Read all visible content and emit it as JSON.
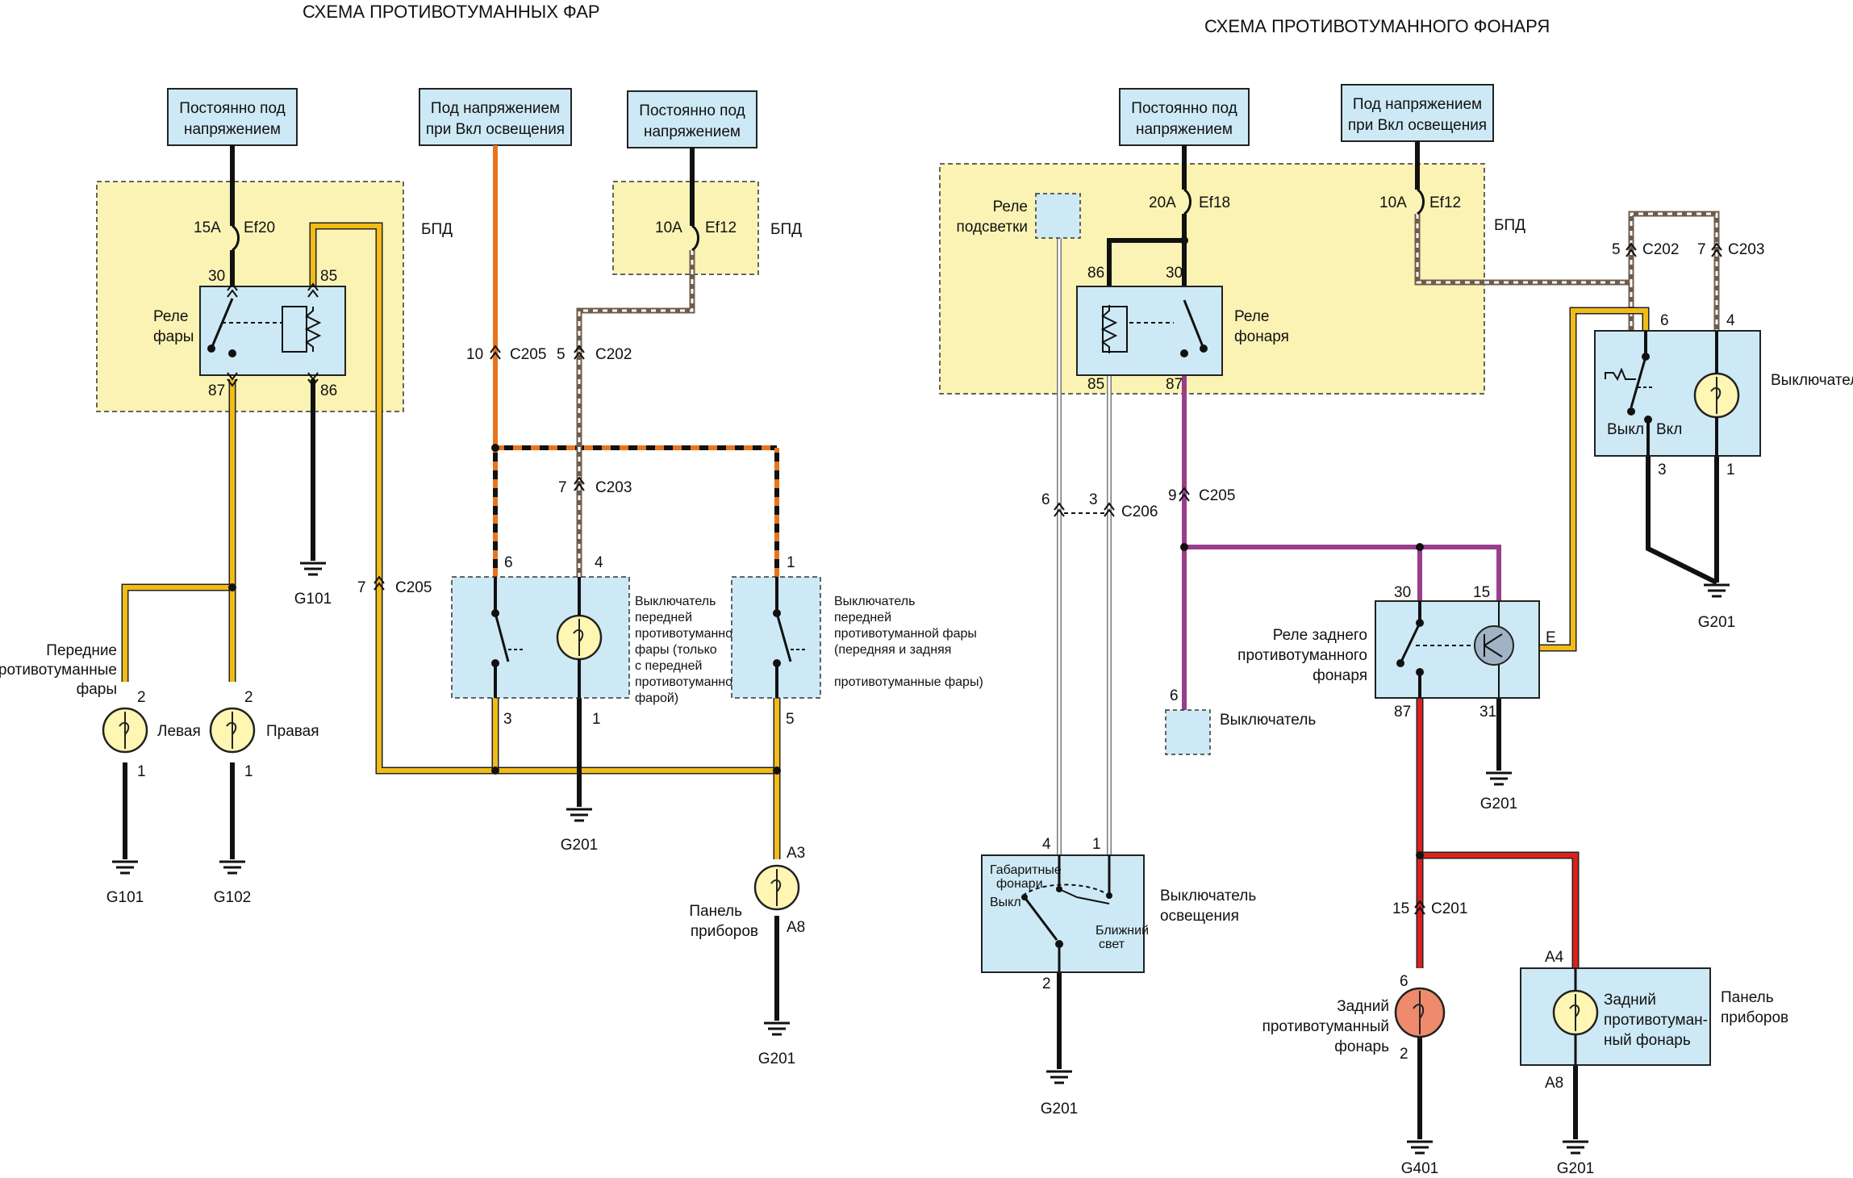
{
  "titles": {
    "left": "СХЕМА ПРОТИВОТУМАННЫХ ФАР",
    "right": "СХЕМА ПРОТИВОТУМАННОГО ФОНАРЯ"
  },
  "power": {
    "const_1": "Постоянно под",
    "const_2": "напряжением",
    "lights_1": "Под напряжением",
    "lights_2": "при Вкл освещения"
  },
  "labels": {
    "bpd": "БПД",
    "head_relay_1": "Реле",
    "head_relay_2": "фары",
    "backlight_relay_1": "Реле",
    "backlight_relay_2": "подсветки",
    "lamp_relay_1": "Реле",
    "lamp_relay_2": "фонаря",
    "front_fog_1": "Передние",
    "front_fog_2": "противотуманные",
    "front_fog_3": "фары",
    "left": "Левая",
    "right": "Правая",
    "sw_front_only": [
      "Выключатель",
      "передней",
      "противотуманной",
      "фары (только",
      "с передней",
      "противотуманной",
      "фарой)"
    ],
    "sw_front_rear": [
      "Выключатель",
      "передней",
      "противотуманной фары",
      "(передняя и задняя",
      "противотуманные фары)"
    ],
    "cluster_1": "Панель",
    "cluster_2": "приборов",
    "switch": "Выключатель",
    "rear_relay_1": "Реле заднего",
    "rear_relay_2": "противотуманного",
    "rear_relay_3": "фонаря",
    "light_sw_1": "Выключатель",
    "light_sw_2": "освещения",
    "parking_1": "Габаритные",
    "parking_2": "фонари",
    "off": "Выкл",
    "on": "Вкл",
    "low_1": "Ближний",
    "low_2": "свет",
    "rear_fog_1": "Задний",
    "rear_fog_2": "противотуманный",
    "rear_fog_3": "фонарь",
    "rear_ind_1": "Задний",
    "rear_ind_2": "противотуман-",
    "rear_ind_3": "ный фонарь"
  },
  "fuses": {
    "f15": "15A",
    "ef20": "Ef20",
    "f10": "10A",
    "ef12": "Ef12",
    "f20": "20A",
    "ef18": "Ef18"
  },
  "connectors": {
    "c205": "C205",
    "c202": "C202",
    "c203": "C203",
    "c206": "C206",
    "c201": "C201"
  },
  "grounds": {
    "g101": "G101",
    "g102": "G102",
    "g201": "G201",
    "g401": "G401"
  },
  "pins": {
    "p30": "30",
    "p85": "85",
    "p87": "87",
    "p86": "86",
    "p1": "1",
    "p2": "2",
    "p3": "3",
    "p4": "4",
    "p5": "5",
    "p6": "6",
    "p7": "7",
    "p9": "9",
    "p10": "10",
    "p15": "15",
    "p31": "31",
    "pE": "E",
    "a3": "A3",
    "a8": "A8",
    "a4": "A4"
  },
  "colors": {
    "box_fill": "#cde9f5",
    "fuse_block": "#faf3b4",
    "wire_yellow": "#f2bb16",
    "wire_orange": "#e8751e",
    "wire_gray_brown": "#9a8470",
    "wire_purple": "#9a3d8c",
    "wire_red": "#dc2020",
    "wire_black": "#111111",
    "lamp_yellow": "#fff6b3",
    "lamp_red": "#ef8a6c"
  }
}
